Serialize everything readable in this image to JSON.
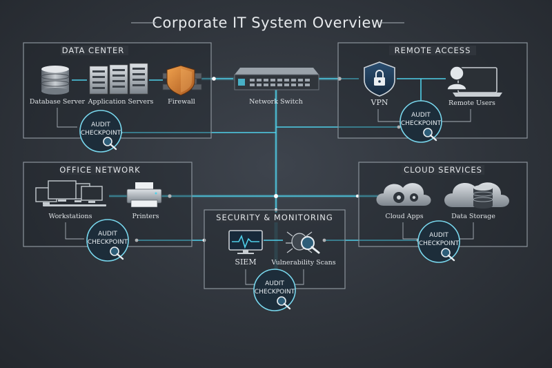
{
  "title": "Corporate IT System Overview",
  "panels": {
    "data_center": {
      "title": "DATA CENTER",
      "database": "Database Server",
      "app_servers": "Application Servers",
      "firewall": "Firewall"
    },
    "network_switch": "Network Switch",
    "remote_access": {
      "title": "REMOTE ACCESS",
      "vpn": "VPN",
      "remote_users": "Remote Users"
    },
    "office_network": {
      "title": "OFFICE NETWORK",
      "workstations": "Workstations",
      "printers": "Printers"
    },
    "cloud_services": {
      "title": "CLOUD SERVICES",
      "cloud_apps": "Cloud Apps",
      "data_storage": "Data Storage"
    },
    "security": {
      "title": "SECURITY & MONITORING",
      "siem": "SIEM",
      "vuln": "Vulnerability Scans"
    }
  },
  "audit": {
    "line1": "AUDIT",
    "line2": "CHECKPOINT"
  },
  "colors": {
    "wire": "#4fd0ea",
    "firewall": "#d9893c",
    "panel_border": "#8c949c"
  }
}
